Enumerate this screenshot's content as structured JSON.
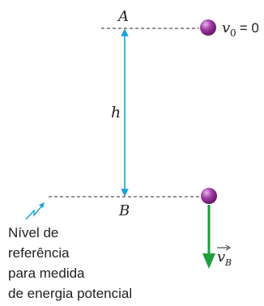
{
  "labels": {
    "point_a": "A",
    "point_b": "B",
    "height": "h",
    "v0_symbol": "v",
    "v0_subscript": "0",
    "v0_value": " = 0",
    "vb_symbol": "v",
    "vb_subscript": "B"
  },
  "caption": {
    "lines": [
      "Nível de",
      "referência",
      "para medida",
      "de energia potencial"
    ]
  },
  "colors": {
    "height_arrow": "#1aa0dc",
    "velocity_arrow": "#1e9e3e",
    "ball": "#8a2a8e",
    "dashed_line": "#555555",
    "pointer": "#1aa0dc"
  }
}
